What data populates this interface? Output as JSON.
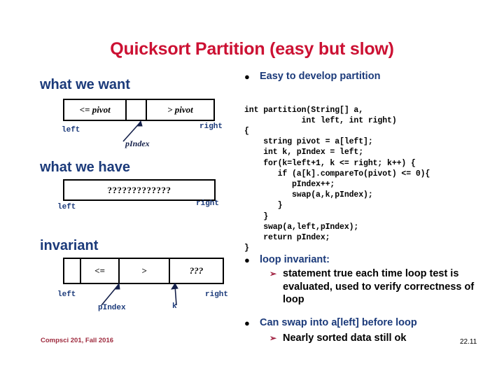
{
  "slide": {
    "title": "Quicksort Partition (easy but slow)",
    "title_color": "#cc1133",
    "heading_color": "#1b3a7a",
    "accent_color": "#a02040",
    "footer_color": "#9e2a3d"
  },
  "left": {
    "want": {
      "heading": "what we want",
      "cells": [
        "<= pivot",
        "",
        "> pivot"
      ],
      "left_label": "left",
      "right_label": "right",
      "pindex_label": "pIndex"
    },
    "have": {
      "heading": "what we have",
      "cells": [
        "?????????????"
      ],
      "left_label": "left",
      "right_label": "right"
    },
    "invariant": {
      "heading": "invariant",
      "cells": [
        "",
        "<=",
        ">",
        "???"
      ],
      "left_label": "left",
      "right_label": "right",
      "pindex_label": "pIndex",
      "k_label": "k"
    }
  },
  "right": {
    "bullet_easy": "Easy to develop partition",
    "code": "int partition(String[] a,\n            int left, int right)\n{\n    string pivot = a[left];\n    int k, pIndex = left;\n    for(k=left+1, k <= right; k++) {\n       if (a[k].compareTo(pivot) <= 0){\n          pIndex++;\n          swap(a,k,pIndex);\n       }\n    }\n    swap(a,left,pIndex);\n    return pIndex;\n}",
    "bullet_loop_invariant": "loop invariant:",
    "sub_loop_invariant": "statement true each time loop test is evaluated, used to verify correctness of loop",
    "bullet_can_swap": "Can swap into a[left] before loop",
    "sub_can_swap": "Nearly sorted data still ok",
    "bullet_glyph": "●",
    "sub_glyph": "➢"
  },
  "footer": {
    "course": "Compsci 201, Fall 2016",
    "page": "22.11"
  }
}
